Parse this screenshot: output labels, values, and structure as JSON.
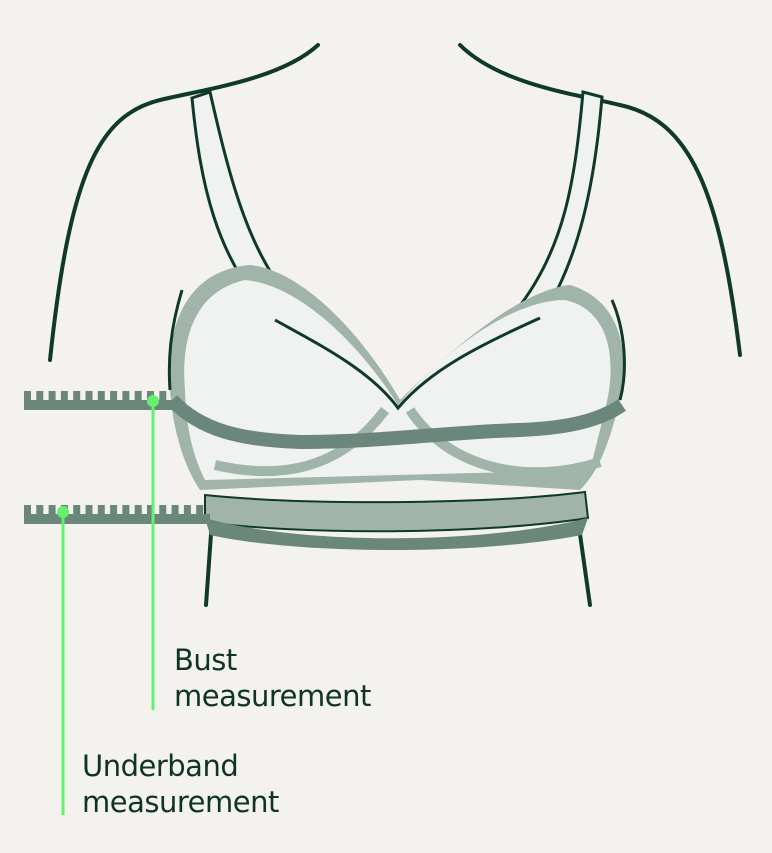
{
  "labels": {
    "bust_line1": "Bust",
    "bust_line2": "measurement",
    "underband_line1": "Underband",
    "underband_line2": "measurement"
  },
  "colors": {
    "background": "#f3f2ef",
    "outline": "#0f3a28",
    "band_dark": "#6b877c",
    "band_light": "#a0b4aa",
    "fabric": "#f0f2f1",
    "marker": "#63f26b"
  }
}
